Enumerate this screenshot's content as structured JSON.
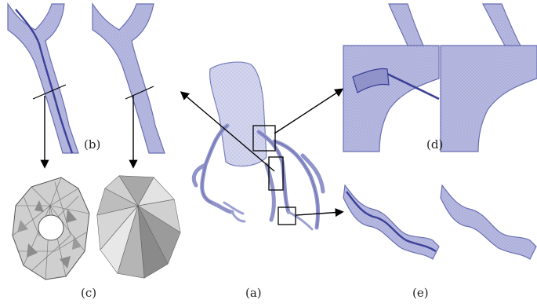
{
  "labels": {
    "a": "(a)",
    "b": "(b)",
    "c": "(c)",
    "d": "(d)",
    "e": "(e)"
  },
  "colors": {
    "vessel_fill": "#a9acd9",
    "vessel_wire": "#c9cbe8",
    "vessel_edge": "#6a6fb3",
    "centerline": "#3c4098",
    "mesh_light": "#d9d9d9",
    "mesh_dark": "#8c8c8c",
    "arrow": "#000000"
  }
}
